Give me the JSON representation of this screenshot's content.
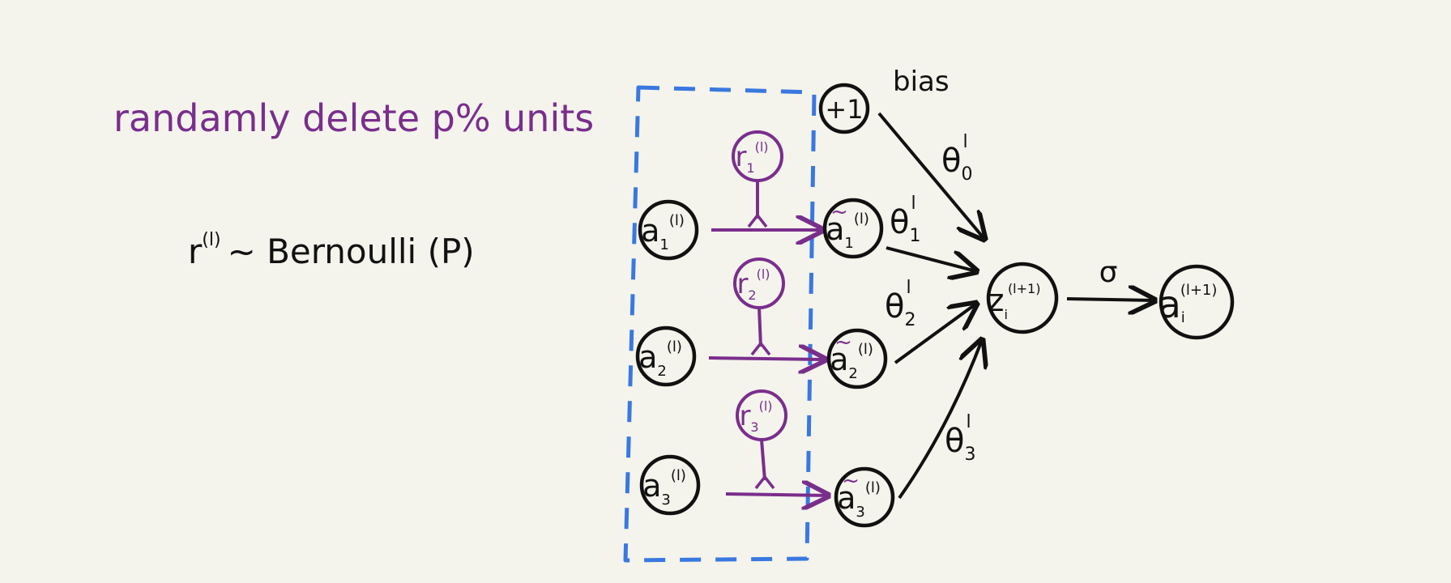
{
  "diagram": {
    "heading": "randamly delete p% units",
    "formula": {
      "r": "r",
      "r_sup": "(l)",
      "rest": "~ Bernoulli (P)"
    },
    "bias": {
      "node": "+1",
      "label": "bias"
    },
    "input_nodes": [
      {
        "base": "a",
        "sub": "1",
        "sup": "(l)"
      },
      {
        "base": "a",
        "sub": "2",
        "sup": "(l)"
      },
      {
        "base": "a",
        "sub": "3",
        "sup": "(l)"
      }
    ],
    "mask_nodes": [
      {
        "base": "r",
        "sub": "1",
        "sup": "(l)"
      },
      {
        "base": "r",
        "sub": "2",
        "sup": "(l)"
      },
      {
        "base": "r",
        "sub": "3",
        "sup": "(l)"
      }
    ],
    "thinned_nodes": [
      {
        "tilde": "~",
        "base": "a",
        "sub": "1",
        "sup": "(l)"
      },
      {
        "tilde": "~",
        "base": "a",
        "sub": "2",
        "sup": "(l)"
      },
      {
        "tilde": "~",
        "base": "a",
        "sub": "3",
        "sup": "(l)"
      }
    ],
    "weights": [
      {
        "base": "θ",
        "sub": "0",
        "sup": "l"
      },
      {
        "base": "θ",
        "sub": "1",
        "sup": "l"
      },
      {
        "base": "θ",
        "sub": "2",
        "sup": "l"
      },
      {
        "base": "θ",
        "sub": "3",
        "sup": "l"
      }
    ],
    "sum_node": {
      "base": "z",
      "sub": "i",
      "sup": "(l+1)"
    },
    "activation_label": "σ",
    "output_node": {
      "base": "a",
      "sub": "i",
      "sup": "(l+1)"
    },
    "colors": {
      "background": "#f4f4ec",
      "ink": "#111111",
      "dropout": "#7a2e8c",
      "box": "#3a78e0"
    }
  }
}
